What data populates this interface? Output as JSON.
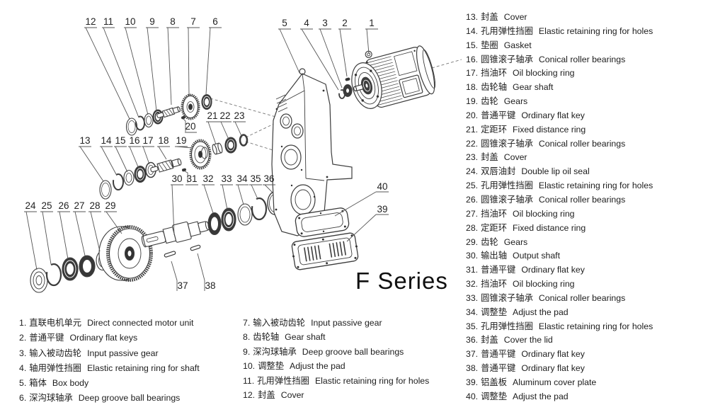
{
  "series_label": "F Series",
  "callouts": [
    "1",
    "2",
    "3",
    "4",
    "5",
    "6",
    "7",
    "8",
    "9",
    "10",
    "11",
    "12",
    "13",
    "14",
    "15",
    "16",
    "17",
    "18",
    "19",
    "20",
    "21",
    "22",
    "23",
    "24",
    "25",
    "26",
    "27",
    "28",
    "29",
    "30",
    "31",
    "32",
    "33",
    "34",
    "35",
    "36",
    "37",
    "38",
    "39",
    "40"
  ],
  "parts_list": {
    "left": [
      {
        "num": "1.",
        "zh": "直联电机单元",
        "en": "Direct connected motor unit"
      },
      {
        "num": "2.",
        "zh": "普通平键",
        "en": "Ordinary flat keys"
      },
      {
        "num": "3.",
        "zh": "输入被动齿轮",
        "en": "Input passive gear"
      },
      {
        "num": "4.",
        "zh": "轴用弹性挡圈",
        "en": "Elastic retaining ring for shaft"
      },
      {
        "num": "5.",
        "zh": "箱体",
        "en": "Box body"
      },
      {
        "num": "6.",
        "zh": "深沟球轴承",
        "en": "Deep groove ball bearings"
      }
    ],
    "center": [
      {
        "num": "7.",
        "zh": "输入被动齿轮",
        "en": "Input passive gear"
      },
      {
        "num": "8.",
        "zh": "齿轮轴",
        "en": "Gear shaft"
      },
      {
        "num": "9.",
        "zh": "深沟球轴承",
        "en": "Deep groove ball bearings"
      },
      {
        "num": "10.",
        "zh": "调整垫",
        "en": "Adjust the pad"
      },
      {
        "num": "11.",
        "zh": "孔用弹性挡圈",
        "en": "Elastic retaining ring for holes"
      },
      {
        "num": "12.",
        "zh": "封盖",
        "en": "Cover"
      }
    ],
    "right": [
      {
        "num": "13.",
        "zh": "封盖",
        "en": "Cover"
      },
      {
        "num": "14.",
        "zh": "孔用弹性挡圈",
        "en": "Elastic retaining ring for holes"
      },
      {
        "num": "15.",
        "zh": "垫圈",
        "en": "Gasket"
      },
      {
        "num": "16.",
        "zh": "圆锥滚子轴承",
        "en": "Conical roller bearings"
      },
      {
        "num": "17.",
        "zh": "挡油环",
        "en": "Oil blocking ring"
      },
      {
        "num": "18.",
        "zh": "齿轮轴",
        "en": "Gear shaft"
      },
      {
        "num": "19.",
        "zh": "齿轮",
        "en": "Gears"
      },
      {
        "num": "20.",
        "zh": "普通平键",
        "en": "Ordinary flat key"
      },
      {
        "num": "21.",
        "zh": "定距环",
        "en": "Fixed distance ring"
      },
      {
        "num": "22.",
        "zh": "圆锥滚子轴承",
        "en": "Conical roller bearings"
      },
      {
        "num": "23.",
        "zh": "封盖",
        "en": "Cover"
      },
      {
        "num": "24.",
        "zh": "双唇油封",
        "en": "Double lip oil seal"
      },
      {
        "num": "25.",
        "zh": "孔用弹性挡圈",
        "en": "Elastic retaining ring for holes"
      },
      {
        "num": "26.",
        "zh": "圆锥滚子轴承",
        "en": "Conical roller bearings"
      },
      {
        "num": "27.",
        "zh": "挡油环",
        "en": "Oil blocking ring"
      },
      {
        "num": "28.",
        "zh": "定距环",
        "en": "Fixed distance ring"
      },
      {
        "num": "29.",
        "zh": "齿轮",
        "en": "Gears"
      },
      {
        "num": "30.",
        "zh": "输出轴",
        "en": "Output shaft"
      },
      {
        "num": "31.",
        "zh": "普通平键",
        "en": "Ordinary flat key"
      },
      {
        "num": "32.",
        "zh": "挡油环",
        "en": "Oil blocking ring"
      },
      {
        "num": "33.",
        "zh": "圆锥滚子轴承",
        "en": "Conical roller bearings"
      },
      {
        "num": "34.",
        "zh": "调整垫",
        "en": "Adjust the pad"
      },
      {
        "num": "35.",
        "zh": "孔用弹性挡圈",
        "en": "Elastic retaining ring for holes"
      },
      {
        "num": "36.",
        "zh": "封盖",
        "en": "Cover the lid"
      },
      {
        "num": "37.",
        "zh": "普通平键",
        "en": "Ordinary flat key"
      },
      {
        "num": "38.",
        "zh": "普通平键",
        "en": "Ordinary flat key"
      },
      {
        "num": "39.",
        "zh": "铝盖板",
        "en": "Aluminum cover plate"
      },
      {
        "num": "40.",
        "zh": "调整垫",
        "en": "Adjust the pad"
      }
    ]
  }
}
